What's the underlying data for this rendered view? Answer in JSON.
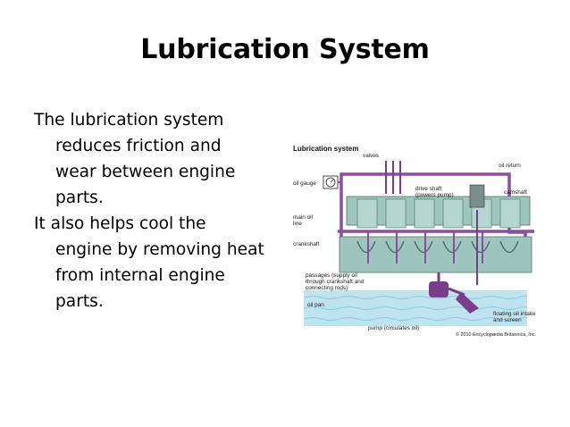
{
  "slide": {
    "title": "Lubrication System",
    "paragraphs": [
      "The lubrication system reduces friction and wear between engine parts.",
      "It also helps cool the engine by removing heat from internal engine parts."
    ]
  },
  "figure": {
    "title": "Lubrication system",
    "labels": {
      "valves": "valves",
      "oil_return": "oil return",
      "oil_gauge": "oil gauge",
      "drive_shaft_1": "drive shaft",
      "drive_shaft_2": "(powers pump)",
      "camshaft": "camshaft",
      "main_oil_line_1": "main oil",
      "main_oil_line_2": "line",
      "crankshaft": "crankshaft",
      "passages_1": "passages (supply oil",
      "passages_2": "through crankshaft and",
      "passages_3": "connecting rods)",
      "oil_pan": "oil pan",
      "floating_intake_1": "floating oil intake",
      "floating_intake_2": "and screen",
      "pump": "pump (circulates oil)",
      "copyright": "© 2010 Encyclopædia Britannica, Inc."
    },
    "colors": {
      "oil_line": "#8a4f9e",
      "engine_block": "#9ec5be",
      "oil": "#bfe4f0",
      "pump": "#7a3d8c"
    }
  }
}
